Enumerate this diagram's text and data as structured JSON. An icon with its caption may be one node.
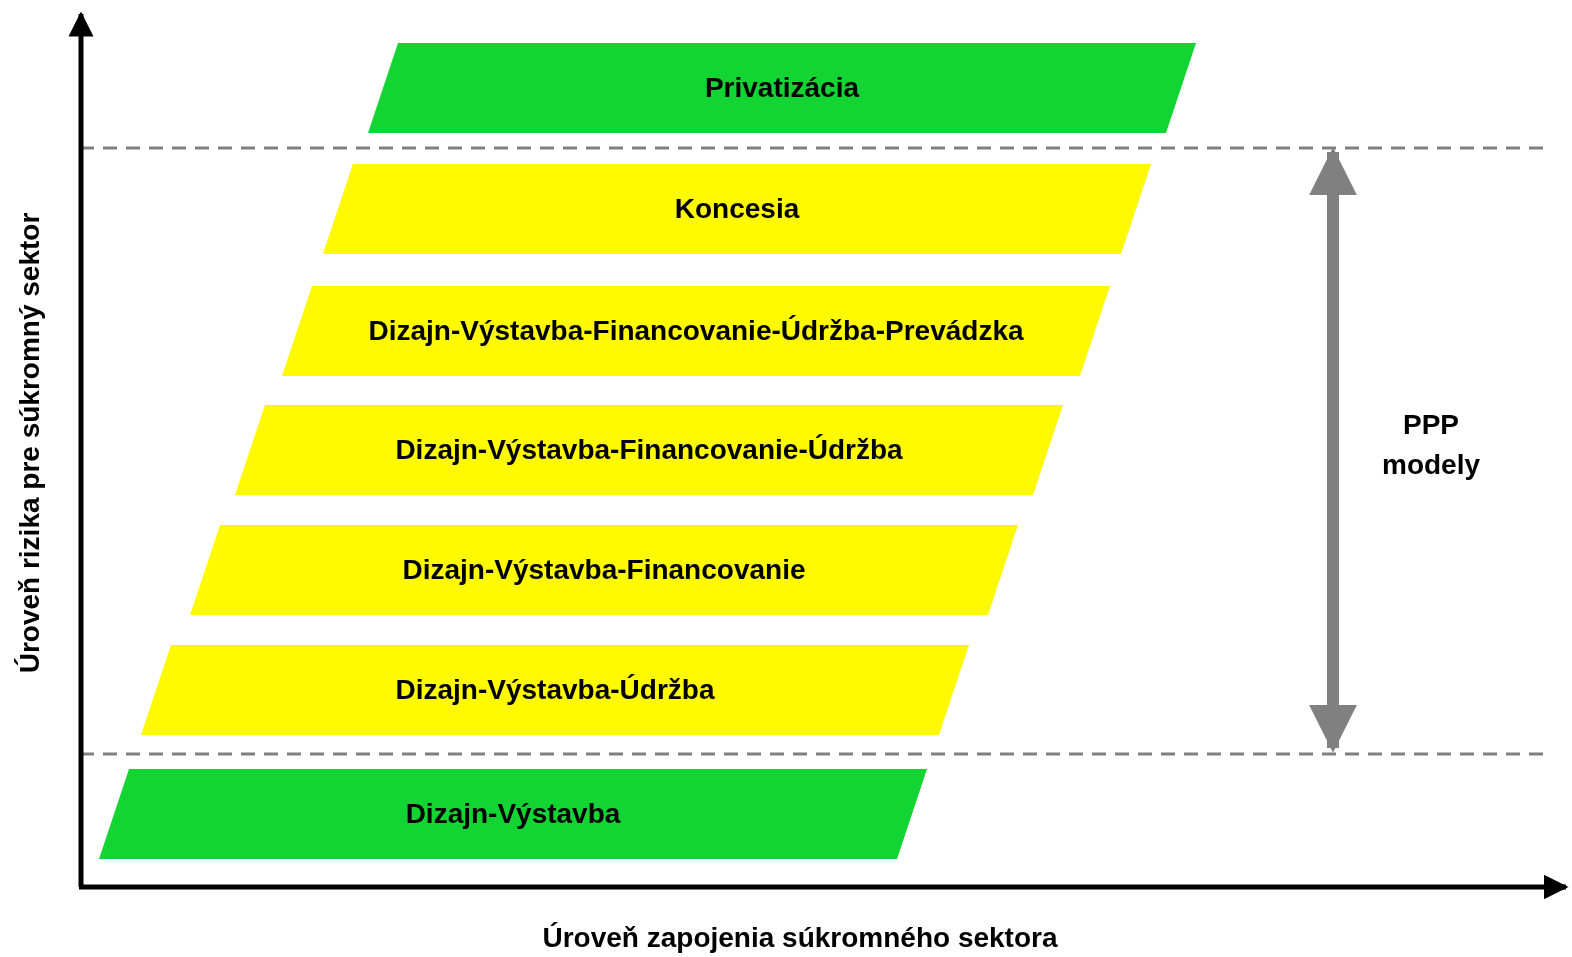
{
  "diagram": {
    "nodes": [
      {
        "text": [
          "Privatizácia"
        ]
      },
      {
        "text": [
          "Koncesia"
        ]
      },
      {
        "text": [
          "Dizajn-Výstavba-Financovanie-Údržba-Prevádzka"
        ]
      },
      {
        "text": [
          "Dizajn-Výstavba-Financovanie-Údržba"
        ]
      },
      {
        "text": [
          "Dizajn-Výstavba-Financovanie"
        ]
      },
      {
        "text": [
          "Dizajn-Výstavba-Údržba"
        ]
      },
      {
        "text": [
          "Dizajn-Výstavba"
        ]
      }
    ],
    "labels": [
      "Úroveň rizika pre súkromný sektor",
      "PPP modely",
      "Úroveň zapojenia súkromného sektora"
    ]
  }
}
